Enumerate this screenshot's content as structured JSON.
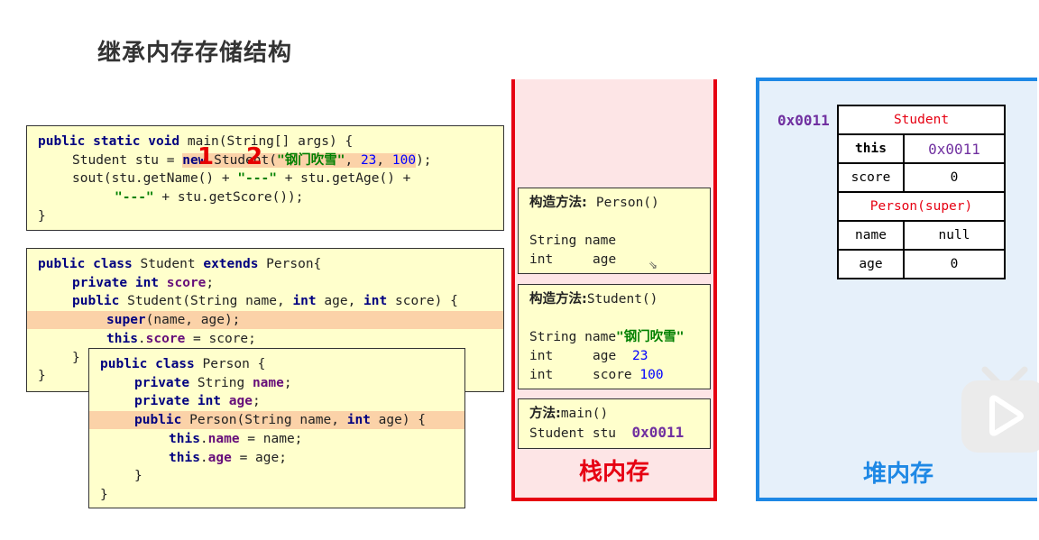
{
  "title": "继承内存存储结构",
  "markers": [
    "1",
    "2"
  ],
  "main_code": {
    "lines": [
      [
        "public static void",
        " main(String[] args) {"
      ],
      [
        "Student stu = ",
        "new",
        " Student(",
        "\"钢门吹雪\"",
        ", ",
        "23",
        ", ",
        "100",
        ");"
      ],
      [
        "sout(stu.getName() + ",
        "\"---\"",
        " + stu.getAge() +"
      ],
      [
        "\"---\"",
        " + stu.getScore());"
      ],
      [
        "}"
      ]
    ]
  },
  "student_code": {
    "lines": [
      [
        "public class",
        " Student ",
        "extends",
        " Person{"
      ],
      [
        "private int",
        " ",
        "score",
        ";"
      ],
      [
        "public",
        " Student(String name, ",
        "int",
        " age, ",
        "int",
        " score) {"
      ],
      [
        "super",
        "(name, age);"
      ],
      [
        "this",
        ".",
        "score",
        " = score;"
      ],
      [
        "}"
      ],
      [
        "}"
      ]
    ]
  },
  "person_code": {
    "lines": [
      [
        "public class",
        " Person {"
      ],
      [
        "private",
        " String ",
        "name",
        ";"
      ],
      [
        "private int",
        " ",
        "age",
        ";"
      ],
      [
        "public",
        " Person(String name, ",
        "int",
        " age) {"
      ],
      [
        "this",
        ".",
        "name",
        " = name;"
      ],
      [
        "this",
        ".",
        "age",
        " = age;"
      ],
      [
        "}"
      ],
      [
        "}"
      ]
    ]
  },
  "stack": {
    "label": "栈内存",
    "frames": [
      {
        "head": "构造方法:",
        "sig": "Person()",
        "vars": [
          [
            "String",
            "name",
            ""
          ],
          [
            "int",
            "age",
            ""
          ]
        ]
      },
      {
        "head": "构造方法:",
        "sig": "Student()",
        "vars": [
          [
            "String",
            "name",
            "\"钢门吹雪\""
          ],
          [
            "int",
            "age",
            "23"
          ],
          [
            "int",
            "score",
            "100"
          ]
        ]
      },
      {
        "head": "方法:",
        "sig": "main()",
        "vars": [
          [
            "Student",
            "stu",
            "0x0011"
          ]
        ]
      }
    ]
  },
  "heap": {
    "label": "堆内存",
    "address": "0x0011",
    "object": {
      "class_name": "Student",
      "this_key": "this",
      "this_value": "0x0011",
      "score_key": "score",
      "score_value": "0",
      "super_name": "Person(super)",
      "name_key": "name",
      "name_value": "null",
      "age_key": "age",
      "age_value": "0"
    }
  },
  "colors": {
    "stack_border": "#e60012",
    "heap_border": "#1e88e5",
    "code_bg": "#ffffcc",
    "highlight": "#fbd2a8"
  }
}
